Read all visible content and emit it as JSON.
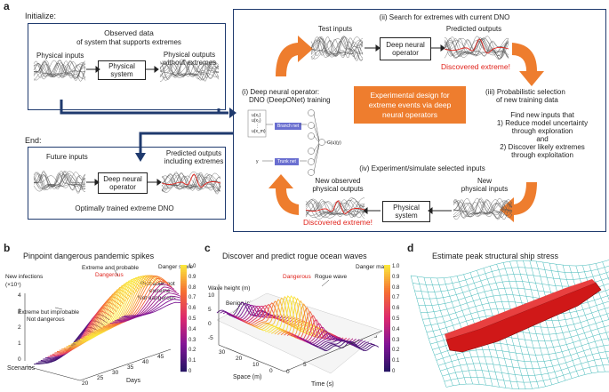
{
  "panel_a": {
    "letter": "a",
    "initialize": {
      "label": "Initialize:",
      "observed": "Observed data",
      "observed2": "of system that supports extremes",
      "phys_inputs": "Physical inputs",
      "system_box": "Physical system",
      "phys_outputs": "Physical outputs",
      "phys_outputs2": "without extremes"
    },
    "end": {
      "label": "End:",
      "future_inputs": "Future inputs",
      "dno_box": "Deep neural operator",
      "predicted": "Predicted outputs",
      "predicted2": "including extremes",
      "trained": "Optimally trained extreme DNO"
    },
    "loop": {
      "step_ii": "(ii) Search for extremes with current DNO",
      "test_inputs": "Test inputs",
      "dno_box": "Deep neural operator",
      "predicted_outputs": "Predicted outputs",
      "discovered_1": "Discovered extreme!",
      "step_i": "(i)  Deep neural operator:",
      "step_i2": "DNO (DeepONet) training",
      "center_box": "Experimental design for extreme events via deep neural operators",
      "step_iii": "(iii) Probabilistic selection",
      "step_iii2": "of new training data",
      "step_iii_desc": [
        "Find new inputs that",
        "1) Reduce model uncertainty",
        "through exploration",
        "and",
        "2) Discover likely extremes",
        "through exploitation"
      ],
      "step_iv": "(iv) Experiment/simulate selected inputs",
      "new_outputs": "New observed",
      "new_outputs2": "physical outputs",
      "new_inputs": "New",
      "new_inputs2": "physical inputs",
      "system_box": "Physical system",
      "discovered_2": "Discovered extreme!",
      "branch_net": "Branch net",
      "trunk_net": "Trunk net",
      "g_out": "G(u)(y)",
      "u_terms": [
        "u(x₁)",
        "u(x₂)",
        "⋮",
        "u(x_m)"
      ],
      "y_term": "y"
    }
  },
  "panel_b": {
    "letter": "b",
    "title": "Pinpoint dangerous pandemic spikes",
    "ylabel": "New infections",
    "yunit": "(×10⁷)",
    "yticks": [
      "0",
      "1",
      "2",
      "3",
      "4"
    ],
    "xticks": [
      "20",
      "25",
      "30",
      "35",
      "40",
      "45"
    ],
    "xlabel": "Days",
    "zlabel": "Scenarios",
    "ann1": "Extreme and probable",
    "ann1b": "Dangerous",
    "ann2": "Probable, not",
    "ann2b": "extreme",
    "ann2c": "Not dangerous",
    "ann3": "Extreme but improbable",
    "ann3b": "Not dangerous",
    "cbar_label": "Danger score",
    "cbar_ticks": [
      "1.0",
      "0.9",
      "0.8",
      "0.7",
      "0.6",
      "0.5",
      "0.4",
      "0.3",
      "0.2",
      "0.1",
      "0"
    ]
  },
  "panel_c": {
    "letter": "c",
    "title": "Discover and predict rogue ocean waves",
    "ylabel": "Wave height (m)",
    "yticks": [
      "10",
      "5",
      "0",
      "-5"
    ],
    "xlabel": "Space (m)",
    "xticks": [
      "30",
      "20",
      "10",
      "0"
    ],
    "tlabel": "Time (s)",
    "tticks": [
      "0",
      "5",
      "10",
      "15",
      "20",
      "25"
    ],
    "ann_dangerous": "Dangerous",
    "ann_rogue": "Rogue wave",
    "ann_benign": "Benign initial wave",
    "cbar_label": "Danger map",
    "cbar_ticks": [
      "1.0",
      "0.9",
      "0.8",
      "0.7",
      "0.6",
      "0.5",
      "0.4",
      "0.3",
      "0.2",
      "0.1",
      "0"
    ]
  },
  "panel_d": {
    "letter": "d",
    "title": "Estimate peak structural ship stress"
  },
  "colors": {
    "navy": "#1f3a6e",
    "orange": "#ee7d2e",
    "red": "#e0231c"
  }
}
